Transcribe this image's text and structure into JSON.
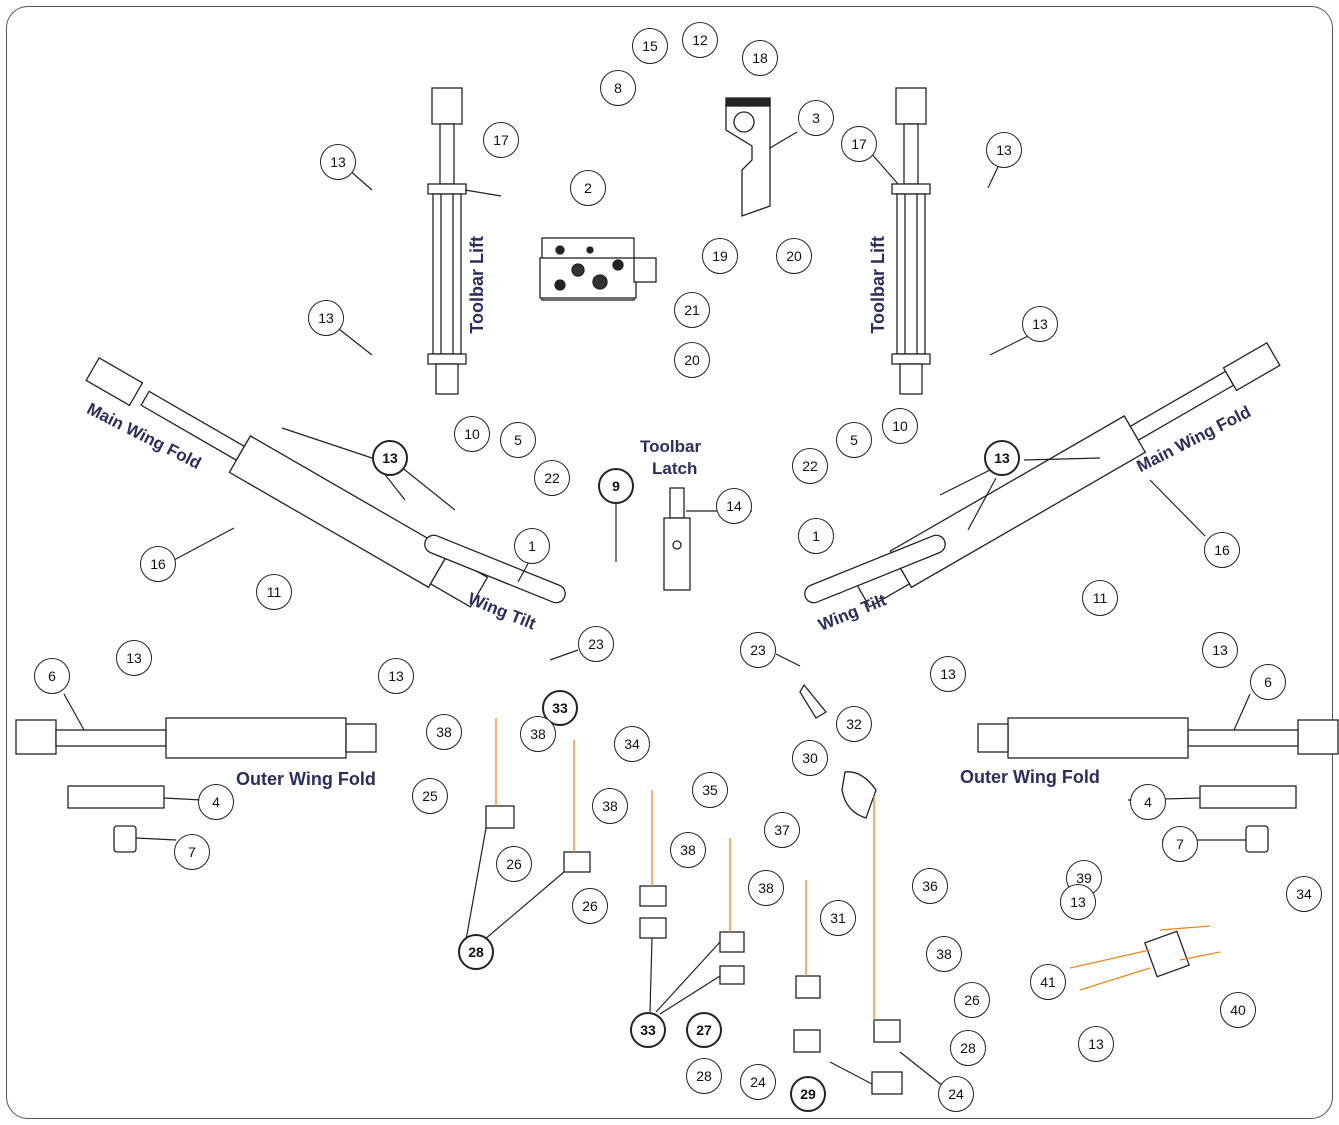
{
  "labels": {
    "toolbar_lift": "Toolbar Lift",
    "toolbar_latch_line1": "Toolbar",
    "toolbar_latch_line2": "Latch",
    "main_wing_fold": "Main Wing Fold",
    "wing_tilt": "Wing Tilt",
    "outer_wing_fold": "Outer Wing Fold"
  },
  "callouts": {
    "c1": "1",
    "c2": "2",
    "c3": "3",
    "c4": "4",
    "c5": "5",
    "c6": "6",
    "c7": "7",
    "c8": "8",
    "c9": "9",
    "c10": "10",
    "c11": "11",
    "c12": "12",
    "c13": "13",
    "c14": "14",
    "c15": "15",
    "c16": "16",
    "c17": "17",
    "c18": "18",
    "c19": "19",
    "c20": "20",
    "c21": "21",
    "c22": "22",
    "c23": "23",
    "c24": "24",
    "c25": "25",
    "c26": "26",
    "c27": "27",
    "c28": "28",
    "c29": "29",
    "c30": "30",
    "c31": "31",
    "c32": "32",
    "c33": "33",
    "c34": "34",
    "c35": "35",
    "c36": "36",
    "c37": "37",
    "c38": "38",
    "c39": "39",
    "c40": "40",
    "c41": "41"
  },
  "colors": {
    "label": "#2b2d5c",
    "line": "#222222",
    "orange": "#e8891e"
  }
}
